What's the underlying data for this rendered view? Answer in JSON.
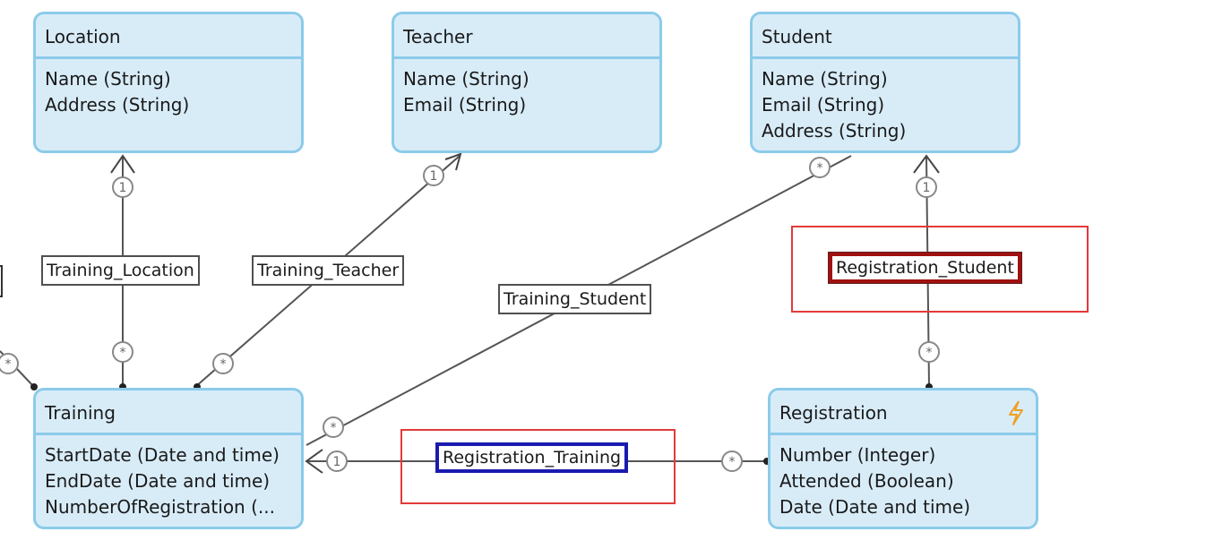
{
  "entities": {
    "location": {
      "name": "Location",
      "attrs": [
        "Name (String)",
        "Address (String)"
      ]
    },
    "teacher": {
      "name": "Teacher",
      "attrs": [
        "Name (String)",
        "Email (String)"
      ]
    },
    "student": {
      "name": "Student",
      "attrs": [
        "Name (String)",
        "Email (String)",
        "Address (String)"
      ]
    },
    "training": {
      "name": "Training",
      "attrs": [
        "StartDate (Date and time)",
        "EndDate (Date and time)",
        "NumberOfRegistration (..."
      ]
    },
    "registration": {
      "name": "Registration",
      "attrs": [
        "Number (Integer)",
        "Attended (Boolean)",
        "Date (Date and time)"
      ]
    }
  },
  "associations": {
    "training_location": "Training_Location",
    "training_teacher": "Training_Teacher",
    "training_student": "Training_Student",
    "registration_student": "Registration_Student",
    "registration_training": "Registration_Training"
  },
  "multiplicity": {
    "one": "1",
    "many": "*"
  },
  "colors": {
    "entity_fill": "#d8ecf8",
    "entity_border": "#8ccbea",
    "line": "#555555",
    "highlight": "#e23a3a",
    "selected_blue": "#1a1ab0",
    "selected_red": "#a01010",
    "event_icon": "#f0a020"
  }
}
